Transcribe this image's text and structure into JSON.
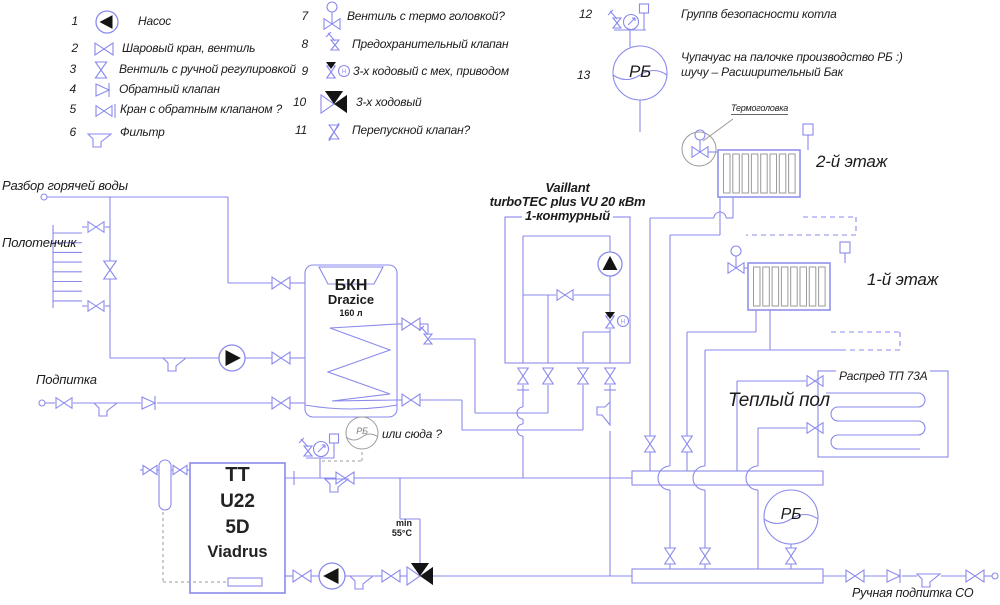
{
  "colors": {
    "pipe": "#8a8aec",
    "ink": "#141414",
    "gray": "#9b9b9b"
  },
  "legend": {
    "items": [
      {
        "num": "1",
        "label": "Насос"
      },
      {
        "num": "2",
        "label": "Шаровый кран, вентиль"
      },
      {
        "num": "3",
        "label": "Вентиль с ручной регулировкой"
      },
      {
        "num": "4",
        "label": "Обратный клапан"
      },
      {
        "num": "5",
        "label": "Кран с обратным клапаном ?"
      },
      {
        "num": "6",
        "label": "Фильтр"
      },
      {
        "num": "7",
        "label": "Вентиль с термо головкой?"
      },
      {
        "num": "8",
        "label": "Предохранительный клапан"
      },
      {
        "num": "9",
        "label": "3-х кодовый с мех, приводом"
      },
      {
        "num": "10",
        "label": "3-х ходовый"
      },
      {
        "num": "11",
        "label": "Перепускной клапан?"
      },
      {
        "num": "12",
        "label": "Группв безопасности котла"
      },
      {
        "num": "13",
        "label": "Чупачуас на палочке производство РБ :)",
        "label2": "шучу – Расширительный Бак"
      }
    ]
  },
  "labels": {
    "hot_water": "Разбор горячей воды",
    "towel": "Полотенчик",
    "makeup": "Подпитка",
    "tank": {
      "l1": "БКН",
      "l2": "Drazice",
      "l3": "160 л"
    },
    "vaillant": {
      "l1": "Vaillant",
      "l2": "turboTEC plus VU 20 кВт",
      "l3": "1-контурный"
    },
    "thermo_head": "Термоголовка",
    "floor2": "2-й этаж",
    "floor1": "1-й этаж",
    "manifold": "Распред ТП 73А",
    "warm_floor": "Теплый пол",
    "rb": "РБ",
    "or_here": "или сюда ?",
    "min1": "min",
    "min2": "55°C",
    "boiler": {
      "l1": "ТТ",
      "l2": "U22",
      "l3": "5D",
      "l4": "Viadrus"
    },
    "manual_makeup": "Ручная подпитка СО"
  }
}
